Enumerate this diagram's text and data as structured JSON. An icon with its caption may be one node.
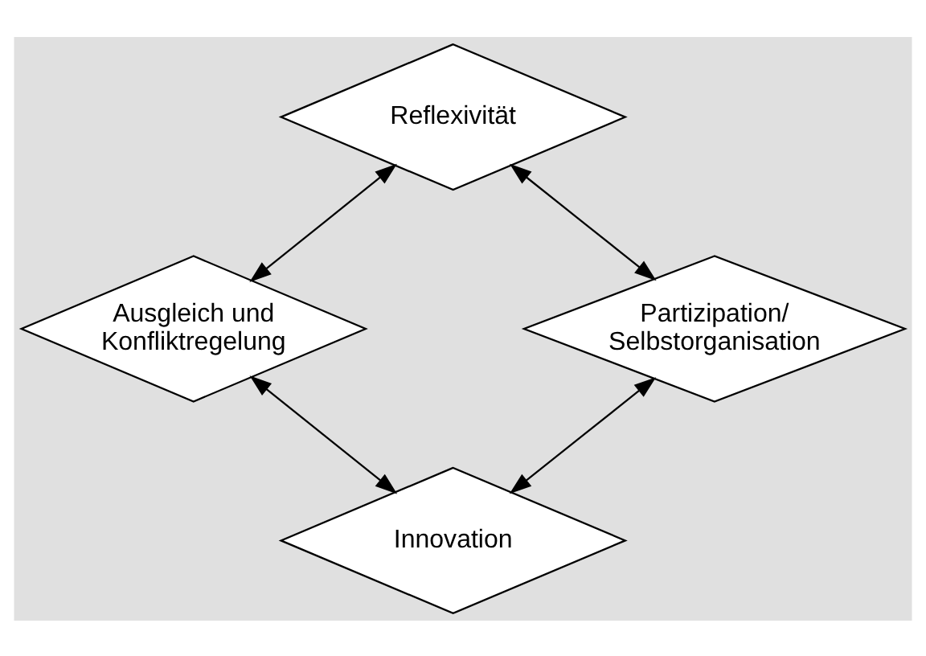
{
  "diagram": {
    "nodes": [
      {
        "text": [
          "Reflexivität"
        ]
      },
      {
        "text": [
          "Ausgleich und Konfliktregelung"
        ]
      },
      {
        "text": [
          "Partizipation/ Selbstorganisation"
        ]
      },
      {
        "text": [
          "Innovation"
        ]
      }
    ],
    "edges": [
      {
        "from": 0,
        "to": 1,
        "arrow": "both"
      },
      {
        "from": 0,
        "to": 2,
        "arrow": "both"
      },
      {
        "from": 1,
        "to": 3,
        "arrow": "both"
      },
      {
        "from": 2,
        "to": 3,
        "arrow": "both"
      }
    ]
  }
}
